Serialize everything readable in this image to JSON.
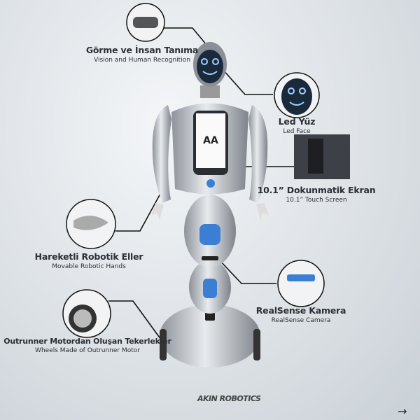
{
  "features": [
    {
      "title": "Görme ve İnsan Tanıma",
      "subtitle": "Vision and Human Recognition"
    },
    {
      "title": "Led Yüz",
      "subtitle": "Led Face"
    },
    {
      "title": "10.1” Dokunmatik Ekran",
      "subtitle": "10.1” Touch Screen"
    },
    {
      "title": "Hareketli Robotik Eller",
      "subtitle": "Movable Robotic Hands"
    },
    {
      "title": "RealSense Kamera",
      "subtitle": "RealSense Camera"
    },
    {
      "title": "Outrunner Motordan Oluşan Tekerlekler",
      "subtitle": "Wheels Made of Outrunner Motor"
    }
  ],
  "brand": {
    "logo": "AKIN ROBOTICS"
  },
  "nav": {
    "next_icon": "arrow-right-icon",
    "next_label": "→"
  },
  "colors": {
    "accent": "#3b7fd4",
    "face_led": "#9fd0ff",
    "body": "#b8bdc3"
  }
}
